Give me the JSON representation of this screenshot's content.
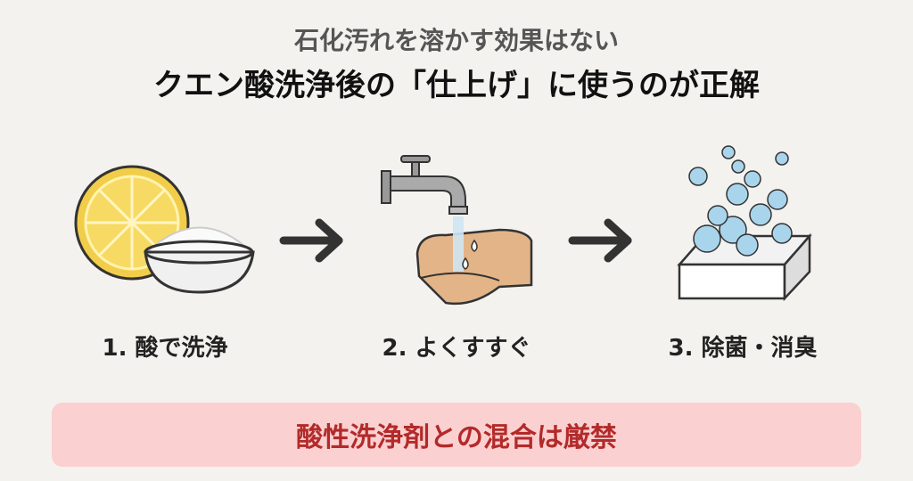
{
  "header": {
    "subtitle": "石化汚れを溶かす効果はない",
    "title": "クエン酸洗浄後の「仕上げ」に使うのが正解"
  },
  "steps": [
    {
      "label": "1. 酸で洗浄",
      "icon": "lemon-and-powder-bowl-icon"
    },
    {
      "label": "2. よくすすぐ",
      "icon": "faucet-rinsing-hands-icon"
    },
    {
      "label": "3. 除菌・消臭",
      "icon": "soap-bubbles-icon"
    }
  ],
  "warning": {
    "text": "酸性洗浄剤との混合は厳禁",
    "background": "#fbd0d0",
    "color": "#b32a2a"
  }
}
